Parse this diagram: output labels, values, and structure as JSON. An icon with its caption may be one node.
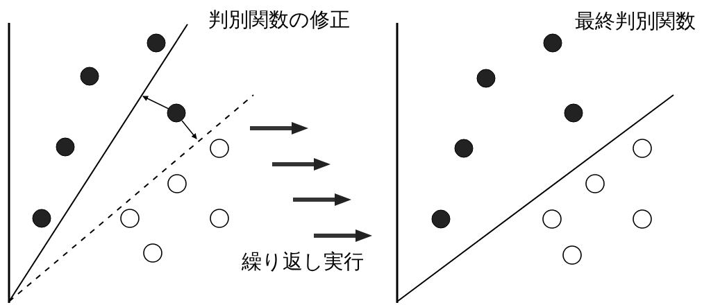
{
  "diagram": {
    "labels": [
      "判別関数の修正",
      "最終判別関数",
      "繰り返し実行"
    ]
  }
}
